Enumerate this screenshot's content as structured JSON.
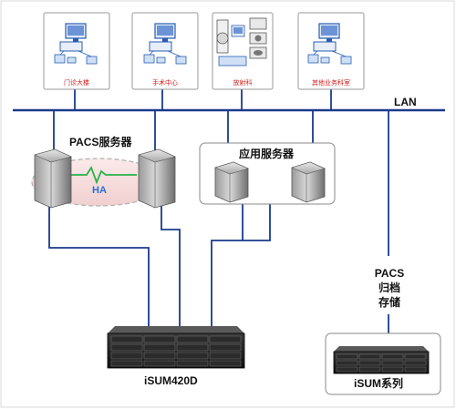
{
  "lan_label": "LAN",
  "workstations": [
    {
      "label": "门诊大楼",
      "icon": "workstation-icon"
    },
    {
      "label": "手术中心",
      "icon": "workstation-icon"
    },
    {
      "label": "放射科",
      "icon": "imaging-modality-icon"
    },
    {
      "label": "其他业务科室",
      "icon": "workstation-icon"
    }
  ],
  "pacs_servers": {
    "title": "PACS服务器",
    "ha_label": "HA"
  },
  "app_servers": {
    "title": "应用服务器"
  },
  "archive": {
    "label_lines": [
      "PACS",
      "归档",
      "存储"
    ],
    "device_label": "iSUM系列"
  },
  "main_storage": {
    "label": "iSUM420D"
  },
  "colors": {
    "line": "#1a3a8c",
    "ws_label": "#d11a1a",
    "ha_fill": "#f6dede",
    "ha_text": "#2a6fd6",
    "heartbeat": "#2bb34a"
  }
}
